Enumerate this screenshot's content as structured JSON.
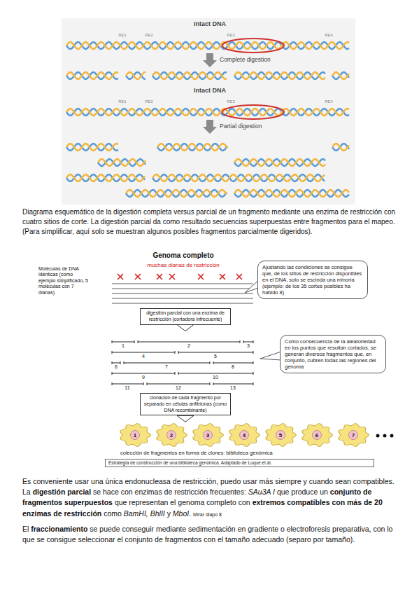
{
  "diagram": {
    "nodes": [
      {
        "text": [
          "Ajustando las condiciones se consigue que, de los sitios de restricción disponibles en el DNA, solo se escinda una minoría (ejemplo: de los 35 cortes posibles ha habido 8)"
        ]
      },
      {
        "text": [
          "digestión parcial con una enzima de restricción (cortadora infrecuente)"
        ]
      },
      {
        "text": [
          "Como consecuencia de la aleatoriedad en los puntos que resultan cortados, se generan diversos fragmentos que, en conjunto, cubren todas las regiones del genoma"
        ]
      },
      {
        "text": [
          "clonación de cada fragmento por separado en células anfitrionas (como DNA recombinante)"
        ]
      },
      {
        "text": [
          "1"
        ]
      },
      {
        "text": [
          "2"
        ]
      },
      {
        "text": [
          "3"
        ]
      },
      {
        "text": [
          "4"
        ]
      },
      {
        "text": [
          "5"
        ]
      },
      {
        "text": [
          "6"
        ]
      },
      {
        "text": [
          "7"
        ]
      },
      {
        "text": [
          "Estrategia de construcción de una biblioteca genómica. Adaptado de Luque et al."
        ]
      }
    ],
    "labels": [
      "Intact DNA",
      "RE1",
      "RE2",
      "RE3",
      "RE4",
      "Complete digestion",
      "Intact DNA",
      "RE1",
      "RE2",
      "RE3",
      "RE4",
      "Partial digestion",
      "Diagrama esquemático de la digestión completa versus parcial de un fragmento mediante una enzima de restricción con cuatro sitios de corte. La digestión parcial da como resultado secuencias superpuestas entre fragmentos para el mapeo. (Para simplificar, aquí solo se muestran algunos posibles fragmentos parcialmente digeridos).",
      "Genoma completo",
      "muchas dianas de restricción",
      "Moléculas de DNA idénticas (como ejemplo simplificado, 5 moléculas con 7 dianas)",
      "1",
      "2",
      "3",
      "4",
      "5",
      "6",
      "7",
      "8",
      "9",
      "10",
      "11",
      "12",
      "13",
      "colección de fragmentos en forma de clones: biblioteca genómica",
      "Es conveniente usar una única endonucleasa de restricción, puedo usar más siempre y cuando sean compatibles. La",
      "digestión parcial",
      "se hace con enzimas de restricción frecuentes:",
      "SAu3A I",
      "que produce un",
      "conjunto de fragmentos superpuestos",
      "que representan el genoma completo con",
      "extremos compatibles con más de 20 enzimas de restricción",
      "como",
      "BamHI, BhlII",
      "y",
      "MboI.",
      "Mirar diapo 8",
      "El",
      "fraccionamiento",
      "se puede conseguir mediante sedimentación en gradiente o electroforesis preparativa, con lo que se consigue seleccionar el conjunto de fragmentos con el tamaño adecuado (separo por tamaño)."
    ]
  }
}
